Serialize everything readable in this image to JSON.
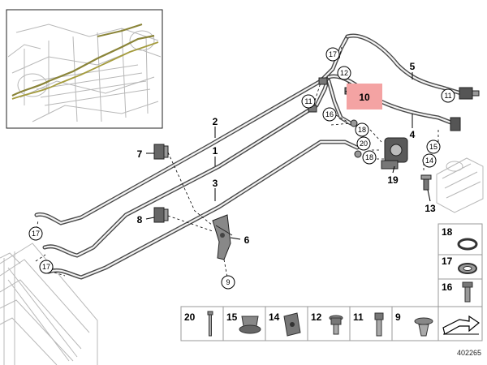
{
  "callouts": {
    "c1": "1",
    "c2": "2",
    "c3": "3",
    "c4": "4",
    "c5": "5",
    "c6": "6",
    "c7": "7",
    "c8": "8",
    "c9": "9",
    "c10": "10",
    "c11a": "11",
    "c11b": "11",
    "c12": "12",
    "c13": "13",
    "c14": "14",
    "c15": "15",
    "c16": "16",
    "c17a": "17",
    "c17b": "17",
    "c17c": "17",
    "c18": "18",
    "c18b": "18",
    "c19": "19",
    "c20": "20"
  },
  "legend": {
    "side": [
      "18",
      "17",
      "16"
    ],
    "bottom": [
      "20",
      "15",
      "14",
      "12",
      "11",
      "9"
    ]
  },
  "highlight_color": "#f4a3a3",
  "diagram_id": "402265"
}
